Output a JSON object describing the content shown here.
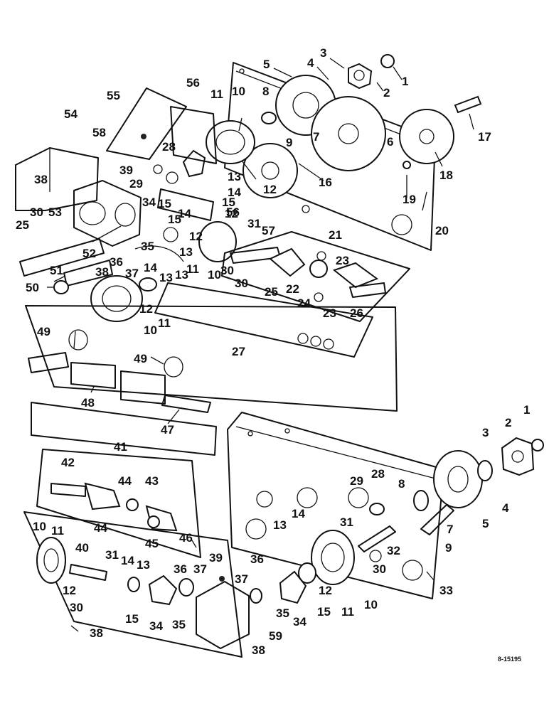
{
  "drawing_ref": "8-15195",
  "callouts": [
    {
      "id": "c1a",
      "text": "1"
    },
    {
      "id": "c2a",
      "text": "2"
    },
    {
      "id": "c3a",
      "text": "3"
    },
    {
      "id": "c4a",
      "text": "4"
    },
    {
      "id": "c5a",
      "text": "5"
    },
    {
      "id": "c6a",
      "text": "6"
    },
    {
      "id": "c7a",
      "text": "7"
    },
    {
      "id": "c8a",
      "text": "8"
    },
    {
      "id": "c9a",
      "text": "9"
    },
    {
      "id": "c10a",
      "text": "10"
    },
    {
      "id": "c11a",
      "text": "11"
    },
    {
      "id": "c12a",
      "text": "12"
    },
    {
      "id": "c13a",
      "text": "13"
    },
    {
      "id": "c14a",
      "text": "14"
    },
    {
      "id": "c15a",
      "text": "15"
    },
    {
      "id": "c16a",
      "text": "16"
    },
    {
      "id": "c17a",
      "text": "17"
    },
    {
      "id": "c18a",
      "text": "18"
    },
    {
      "id": "c19a",
      "text": "19"
    },
    {
      "id": "c20a",
      "text": "20"
    },
    {
      "id": "c21a",
      "text": "21"
    },
    {
      "id": "c22a",
      "text": "22"
    },
    {
      "id": "c23a",
      "text": "23"
    },
    {
      "id": "c23b",
      "text": "23"
    },
    {
      "id": "c24a",
      "text": "24"
    },
    {
      "id": "c25a",
      "text": "25"
    },
    {
      "id": "c25b",
      "text": "25"
    },
    {
      "id": "c26a",
      "text": "26"
    },
    {
      "id": "c27a",
      "text": "27"
    },
    {
      "id": "c28a",
      "text": "28"
    },
    {
      "id": "c29a",
      "text": "29"
    },
    {
      "id": "c30a",
      "text": "30"
    },
    {
      "id": "c30b",
      "text": "30"
    },
    {
      "id": "c30c",
      "text": "30"
    },
    {
      "id": "c31a",
      "text": "31"
    },
    {
      "id": "c34a",
      "text": "34"
    },
    {
      "id": "c35a",
      "text": "35"
    },
    {
      "id": "c36a",
      "text": "36"
    },
    {
      "id": "c37a",
      "text": "37"
    },
    {
      "id": "c38a",
      "text": "38"
    },
    {
      "id": "c38b",
      "text": "38"
    },
    {
      "id": "c39a",
      "text": "39"
    },
    {
      "id": "c10b",
      "text": "10"
    },
    {
      "id": "c11b",
      "text": "11"
    },
    {
      "id": "c12b",
      "text": "12"
    },
    {
      "id": "c13b",
      "text": "13"
    },
    {
      "id": "c13c",
      "text": "13"
    },
    {
      "id": "c14b",
      "text": "14"
    },
    {
      "id": "c12c",
      "text": "12"
    },
    {
      "id": "c15b",
      "text": "15"
    },
    {
      "id": "c11c",
      "text": "11"
    },
    {
      "id": "c10c",
      "text": "10"
    },
    {
      "id": "c14c",
      "text": "14"
    },
    {
      "id": "c13d",
      "text": "13"
    },
    {
      "id": "c12d",
      "text": "12"
    },
    {
      "id": "c15c",
      "text": "15"
    },
    {
      "id": "c56a",
      "text": "56"
    },
    {
      "id": "c56b",
      "text": "56"
    },
    {
      "id": "c55a",
      "text": "55"
    },
    {
      "id": "c54a",
      "text": "54"
    },
    {
      "id": "c58a",
      "text": "58"
    },
    {
      "id": "c53a",
      "text": "53"
    },
    {
      "id": "c52a",
      "text": "52"
    },
    {
      "id": "c51a",
      "text": "51"
    },
    {
      "id": "c50a",
      "text": "50"
    },
    {
      "id": "c57a",
      "text": "57"
    },
    {
      "id": "c49a",
      "text": "49"
    },
    {
      "id": "c49b",
      "text": "49"
    },
    {
      "id": "c48a",
      "text": "48"
    },
    {
      "id": "c47a",
      "text": "47"
    },
    {
      "id": "c41a",
      "text": "41"
    },
    {
      "id": "c42a",
      "text": "42"
    },
    {
      "id": "c43a",
      "text": "43"
    },
    {
      "id": "c44a",
      "text": "44"
    },
    {
      "id": "c44b",
      "text": "44"
    },
    {
      "id": "c45a",
      "text": "45"
    },
    {
      "id": "c46a",
      "text": "46"
    },
    {
      "id": "c10d",
      "text": "10"
    },
    {
      "id": "c11d",
      "text": "11"
    },
    {
      "id": "c12e",
      "text": "12"
    },
    {
      "id": "c40a",
      "text": "40"
    },
    {
      "id": "c31b",
      "text": "31"
    },
    {
      "id": "c14d",
      "text": "14"
    },
    {
      "id": "c13e",
      "text": "13"
    },
    {
      "id": "c30d",
      "text": "30"
    },
    {
      "id": "c15d",
      "text": "15"
    },
    {
      "id": "c34b",
      "text": "34"
    },
    {
      "id": "c35b",
      "text": "35"
    },
    {
      "id": "c36b",
      "text": "36"
    },
    {
      "id": "c37b",
      "text": "37"
    },
    {
      "id": "c38c",
      "text": "38"
    },
    {
      "id": "c39b",
      "text": "39"
    },
    {
      "id": "c59a",
      "text": "59"
    },
    {
      "id": "c38d",
      "text": "38"
    },
    {
      "id": "c37c",
      "text": "37"
    },
    {
      "id": "c36c",
      "text": "36"
    },
    {
      "id": "c35c",
      "text": "35"
    },
    {
      "id": "c34c",
      "text": "34"
    },
    {
      "id": "c15e",
      "text": "15"
    },
    {
      "id": "c11e",
      "text": "11"
    },
    {
      "id": "c10e",
      "text": "10"
    },
    {
      "id": "c12f",
      "text": "12"
    },
    {
      "id": "c13f",
      "text": "13"
    },
    {
      "id": "c14e",
      "text": "14"
    },
    {
      "id": "c31c",
      "text": "31"
    },
    {
      "id": "c32a",
      "text": "32"
    },
    {
      "id": "c30e",
      "text": "30"
    },
    {
      "id": "c29b",
      "text": "29"
    },
    {
      "id": "c28b",
      "text": "28"
    },
    {
      "id": "c8b",
      "text": "8"
    },
    {
      "id": "c7b",
      "text": "7"
    },
    {
      "id": "c9b",
      "text": "9"
    },
    {
      "id": "c5b",
      "text": "5"
    },
    {
      "id": "c4b",
      "text": "4"
    },
    {
      "id": "c3b",
      "text": "3"
    },
    {
      "id": "c2b",
      "text": "2"
    },
    {
      "id": "c1b",
      "text": "1"
    },
    {
      "id": "c33a",
      "text": "33"
    }
  ]
}
